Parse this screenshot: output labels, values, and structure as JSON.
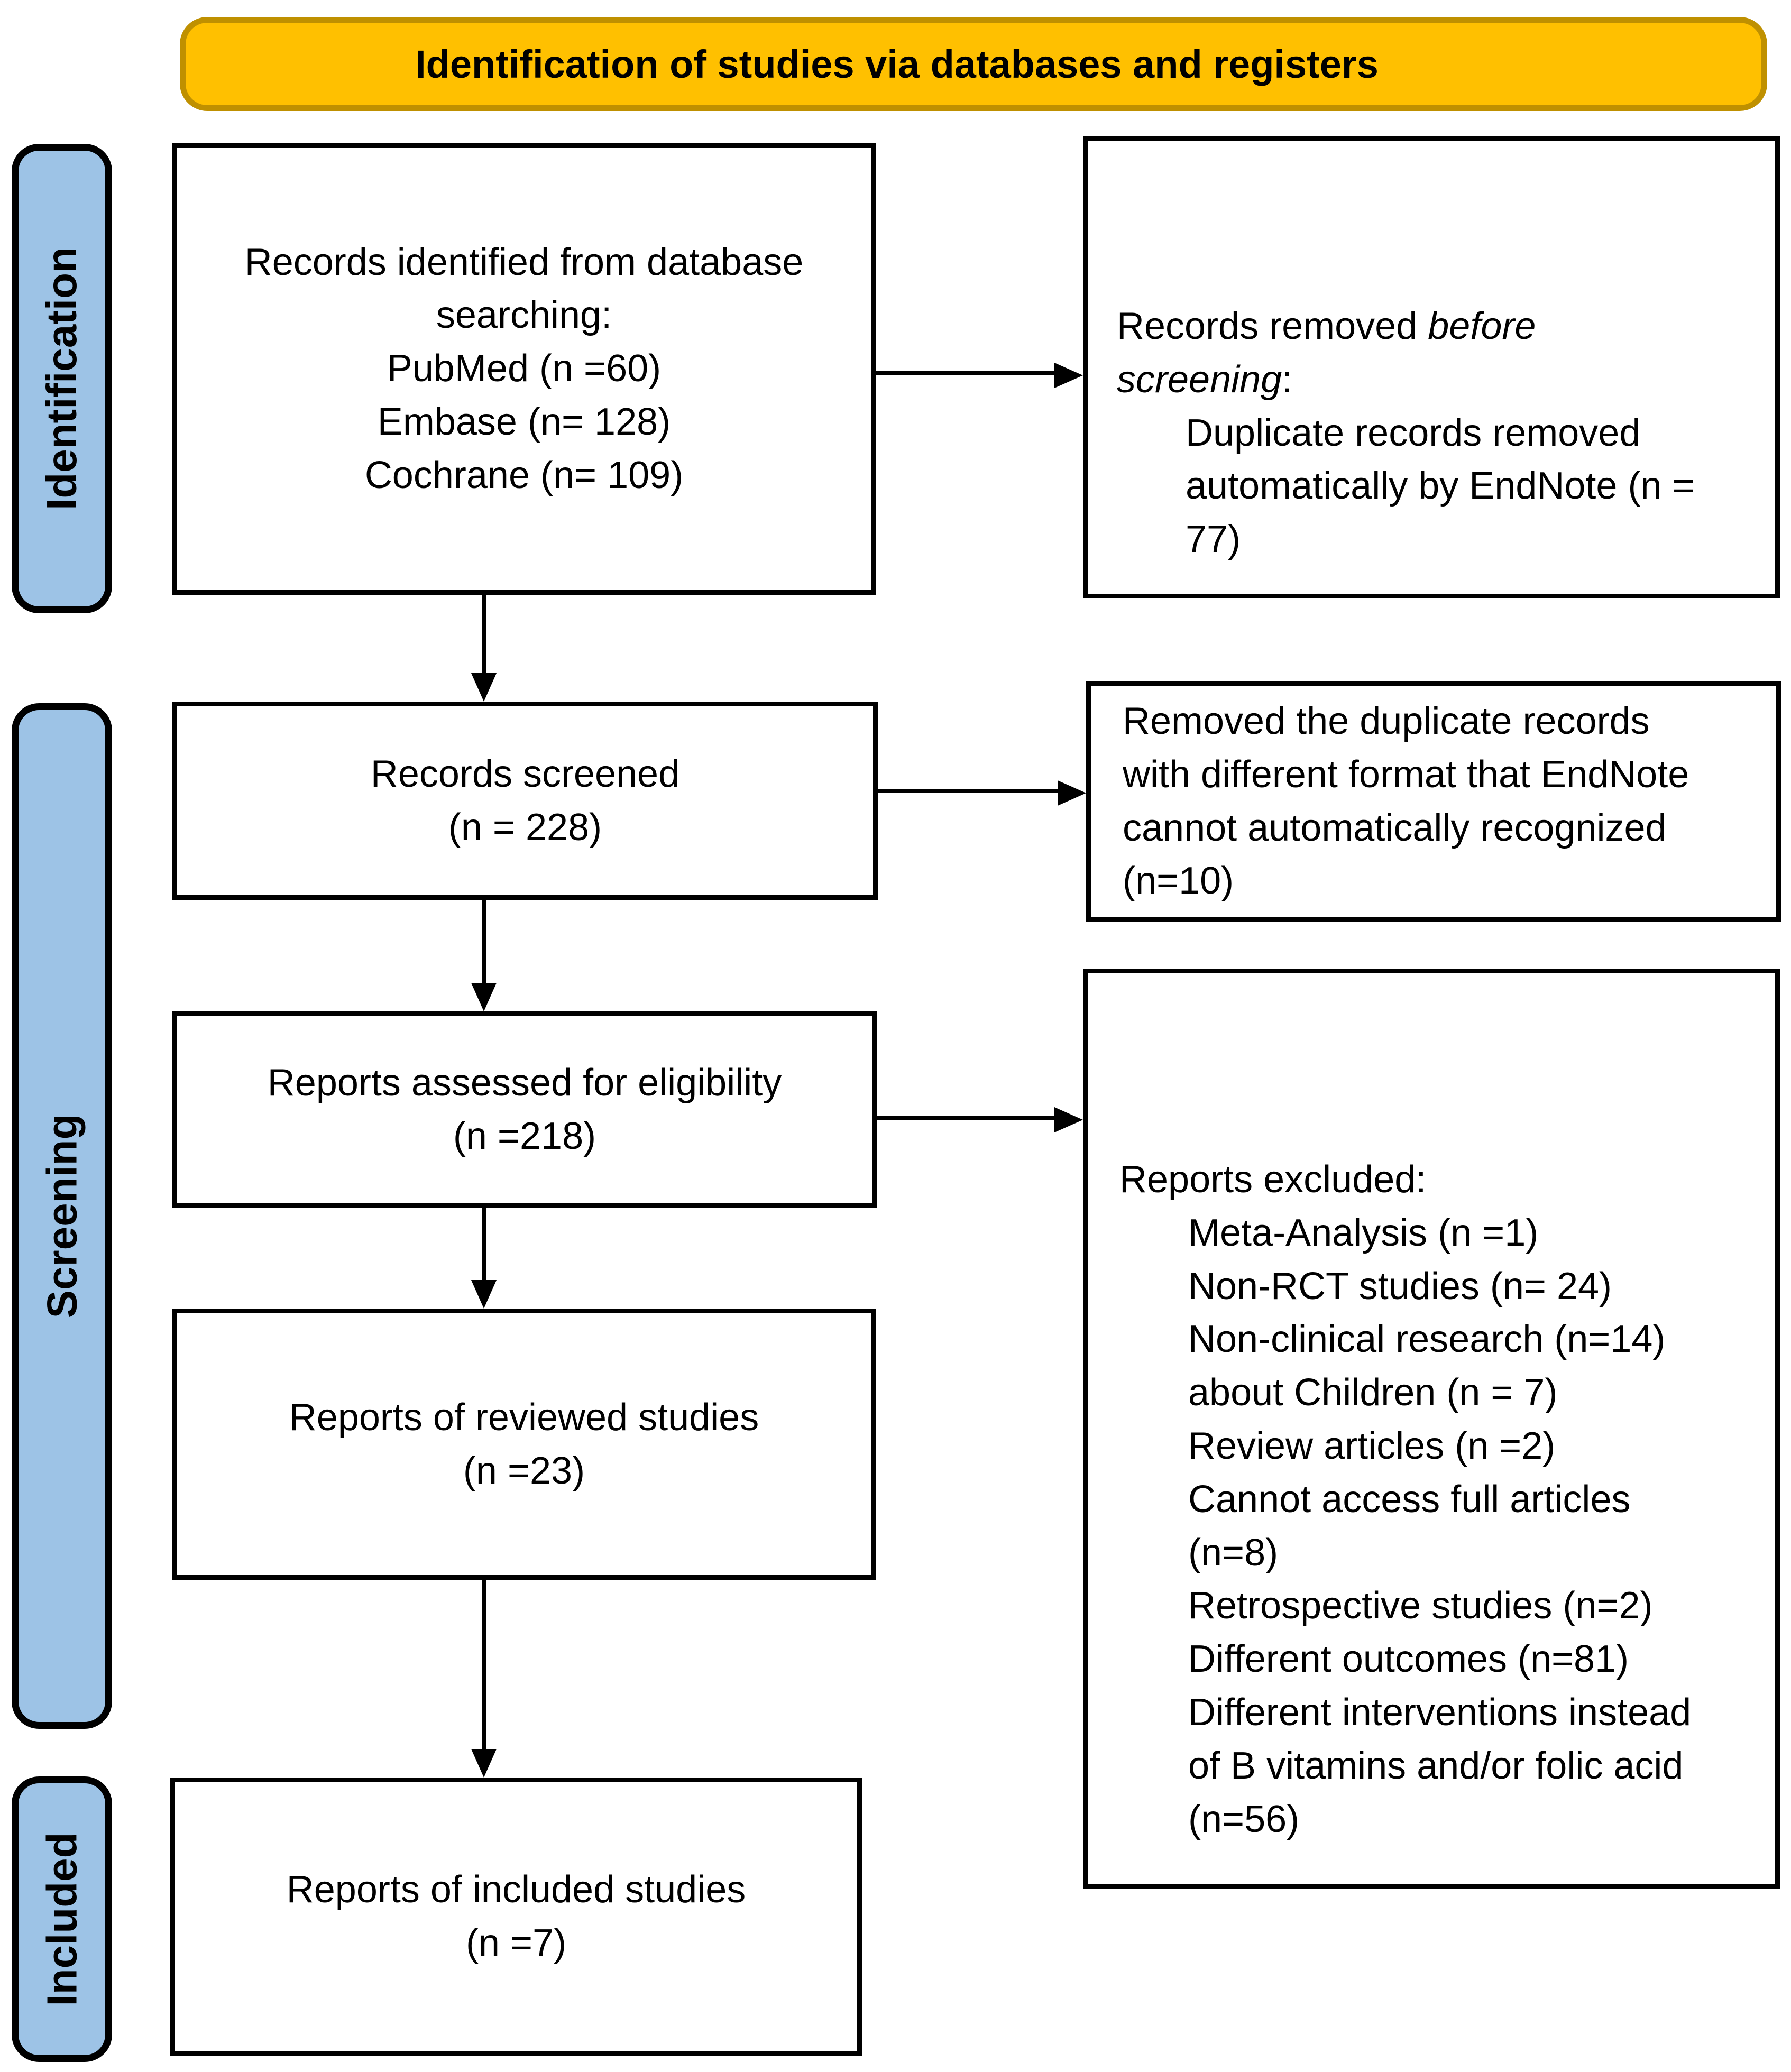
{
  "header": {
    "title": "Identification of studies via databases and registers"
  },
  "stages": {
    "identification": "Identification",
    "screening": "Screening",
    "included": "Included"
  },
  "boxes": {
    "records_identified": {
      "lines": [
        "Records identified from database",
        "searching:",
        "PubMed (n =60)",
        "Embase (n= 128)",
        "Cochrane (n= 109)"
      ]
    },
    "records_removed": {
      "lead": "Records removed ",
      "emphasis": "before screening",
      "tail": ":",
      "reason": "Duplicate records removed automatically by EndNote  (n = 77)"
    },
    "records_screened": {
      "label": "Records screened",
      "count": "(n = 228)"
    },
    "duplicates_removed_manual": {
      "lines": [
        "Removed the duplicate records",
        "with different format that EndNote",
        "cannot automatically recognized",
        "(n=10)"
      ]
    },
    "reports_assessed": {
      "label": "Reports assessed for eligibility",
      "count": "(n =218)"
    },
    "reports_excluded": {
      "heading": "Reports excluded:",
      "items": [
        "Meta-Analysis (n =1)",
        "Non-RCT studies (n= 24)",
        "Non-clinical research (n=14)",
        "about Children (n = 7)",
        "Review articles (n =2)",
        "Cannot access full articles (n=8)",
        "Retrospective studies (n=2)",
        "Different outcomes (n=81)",
        "Different interventions instead of B vitamins and/or folic acid (n=56)"
      ]
    },
    "reports_reviewed": {
      "label": "Reports of reviewed studies",
      "count": "(n =23)"
    },
    "reports_included": {
      "label": "Reports of included studies",
      "count": "(n =7)"
    }
  },
  "colors": {
    "banner_fill": "#FFC000",
    "banner_border": "#BF9000",
    "stage_fill": "#9DC3E6",
    "box_border": "#000000"
  }
}
